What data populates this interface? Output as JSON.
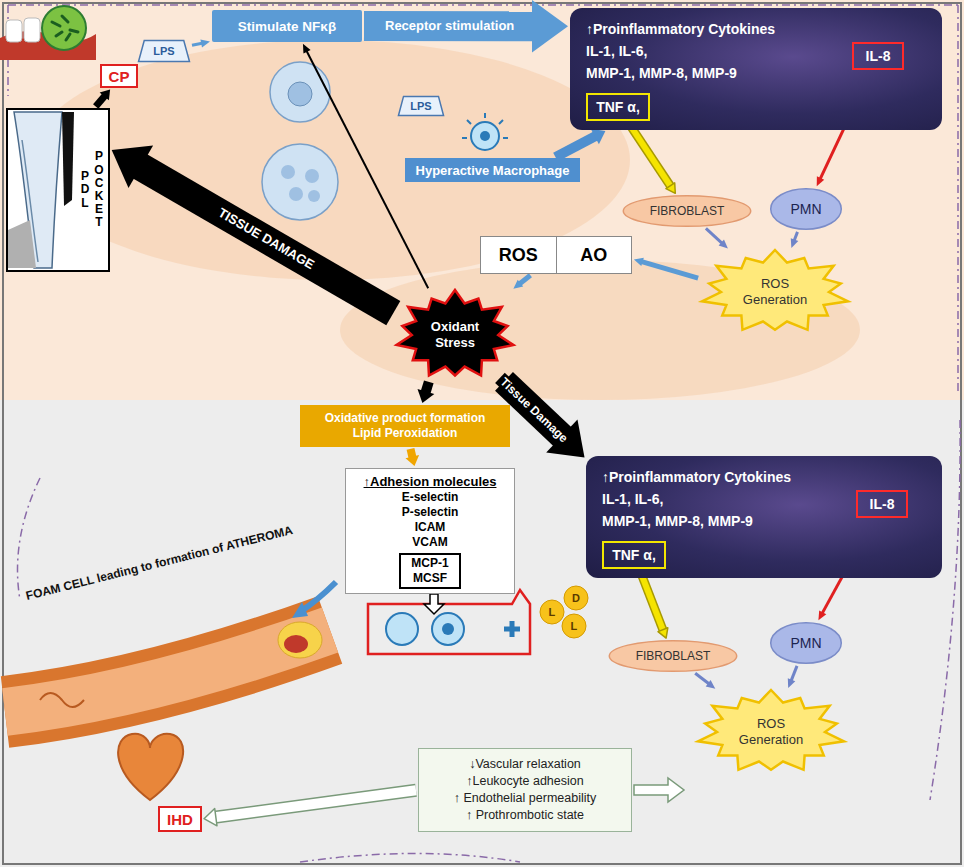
{
  "diagram": {
    "nodes": [
      {
        "text": [
          "CP"
        ]
      },
      {
        "text": [
          "LPS"
        ]
      },
      {
        "text": [
          "Stimulate NFκβ"
        ]
      },
      {
        "text": [
          "↑Proinflammatory Cytokines",
          "IL-1, IL-6,",
          "MMP-1, MMP-8, MMP-9"
        ]
      },
      {
        "text": [
          "TNF α,"
        ],
        "in": 3
      },
      {
        "text": [
          "IL-8"
        ],
        "in": 3
      },
      {
        "text": [
          "PDL",
          "POCKET"
        ]
      },
      {
        "text": [
          "LPS"
        ]
      },
      {
        "text": [
          "Hyperactive Macrophage"
        ]
      },
      {
        "text": [
          "ROS",
          "AO"
        ]
      },
      {
        "text": [
          "FIBROBLAST"
        ]
      },
      {
        "text": [
          "PMN"
        ]
      },
      {
        "text": [
          "ROS Generation"
        ]
      },
      {
        "text": [
          "Oxidant Stress"
        ]
      },
      {
        "text": [
          "Oxidative product formation",
          "Lipid Peroxidation"
        ]
      },
      {
        "text": [
          "↑Adhesion molecules",
          "E-selectin",
          "P-selectin",
          "ICAM",
          "VCAM"
        ]
      },
      {
        "text": [
          "MCP-1",
          "MCSF"
        ],
        "in": 15
      },
      {
        "text": [
          "↑Proinflammatory Cytokines",
          "IL-1, IL-6,",
          "MMP-1, MMP-8, MMP-9"
        ]
      },
      {
        "text": [
          "TNF α,"
        ],
        "in": 17
      },
      {
        "text": [
          "IL-8"
        ],
        "in": 17
      },
      {
        "text": [
          "FIBROBLAST"
        ]
      },
      {
        "text": [
          "PMN"
        ]
      },
      {
        "text": [
          "ROS Generation"
        ]
      },
      {
        "text": [
          "↓Vascular relaxation",
          "↑Leukocyte adhesion",
          "↑ Endothelial permeability",
          "↑ Prothrombotic state"
        ]
      },
      {
        "text": [
          "IHD"
        ]
      }
    ],
    "edges": [
      {
        "from": 1,
        "to": 2,
        "arrow": "to"
      },
      {
        "from": 2,
        "to": 3,
        "arrow": "to",
        "label": "Receptor stimulation"
      },
      {
        "from": 4,
        "to": 10,
        "arrow": "to"
      },
      {
        "from": 5,
        "to": 11,
        "arrow": "to"
      },
      {
        "from": 10,
        "to": 12,
        "arrow": "to"
      },
      {
        "from": 11,
        "to": 12,
        "arrow": "to"
      },
      {
        "from": 12,
        "to": 9,
        "arrow": "to"
      },
      {
        "from": 9,
        "to": 13,
        "arrow": "to"
      },
      {
        "from": 13,
        "to": 6,
        "arrow": "to",
        "label": "TISSUE DAMAGE"
      },
      {
        "from": 6,
        "to": 0,
        "arrow": "to"
      },
      {
        "from": 13,
        "to": 2,
        "arrow": "to"
      },
      {
        "from": 8,
        "to": 3,
        "arrow": "to"
      },
      {
        "from": 13,
        "to": 14,
        "arrow": "to"
      },
      {
        "from": 14,
        "to": 15,
        "arrow": "to"
      },
      {
        "from": 13,
        "to": 17,
        "arrow": "to",
        "label": "Tissue Damage"
      },
      {
        "from": 18,
        "to": 20,
        "arrow": "to"
      },
      {
        "from": 19,
        "to": 21,
        "arrow": "to"
      },
      {
        "from": 20,
        "to": 22,
        "arrow": "to"
      },
      {
        "from": 21,
        "to": 22,
        "arrow": "to"
      },
      {
        "from": 23,
        "to": 24,
        "arrow": "to"
      }
    ],
    "labels": [
      "FOAM CELL leading to formation of ATHEROMA",
      "L",
      "D",
      "L"
    ]
  }
}
